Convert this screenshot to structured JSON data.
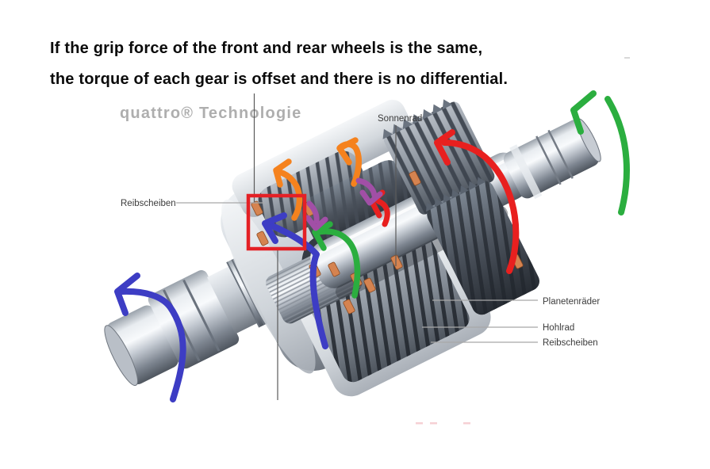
{
  "heading": {
    "line1": "If the grip force of the front and rear wheels is the same,",
    "line2": "the torque of each gear is offset and there is no differential."
  },
  "diagram": {
    "title": "quattro® Technologie",
    "labels": {
      "sonnenrad": "Sonnenrad",
      "reibscheiben_left": "Reibscheiben",
      "planetenraeder": "Planetenräder",
      "hohlrad": "Hohlrad",
      "reibscheiben_right": "Reibscheiben"
    },
    "annotations": {
      "highlight_box_color": "#e42025",
      "colors": {
        "blue": "#3d3dc4",
        "green": "#2bae3f",
        "orange": "#f5821e",
        "purple": "#a14fa6",
        "red": "#e8201f"
      },
      "arrows": [
        {
          "id": "blue-left-output-shaft",
          "color": "blue"
        },
        {
          "id": "blue-center-into-clutch",
          "color": "blue"
        },
        {
          "id": "green-center",
          "color": "green"
        },
        {
          "id": "green-right-input-shaft",
          "color": "green"
        },
        {
          "id": "red-right-gear",
          "color": "red"
        },
        {
          "id": "red-small-sun-gear",
          "color": "red"
        },
        {
          "id": "orange-left-worm",
          "color": "orange"
        },
        {
          "id": "orange-right-worm",
          "color": "orange"
        },
        {
          "id": "purple-upper",
          "color": "purple"
        },
        {
          "id": "purple-lower",
          "color": "purple"
        }
      ]
    }
  }
}
